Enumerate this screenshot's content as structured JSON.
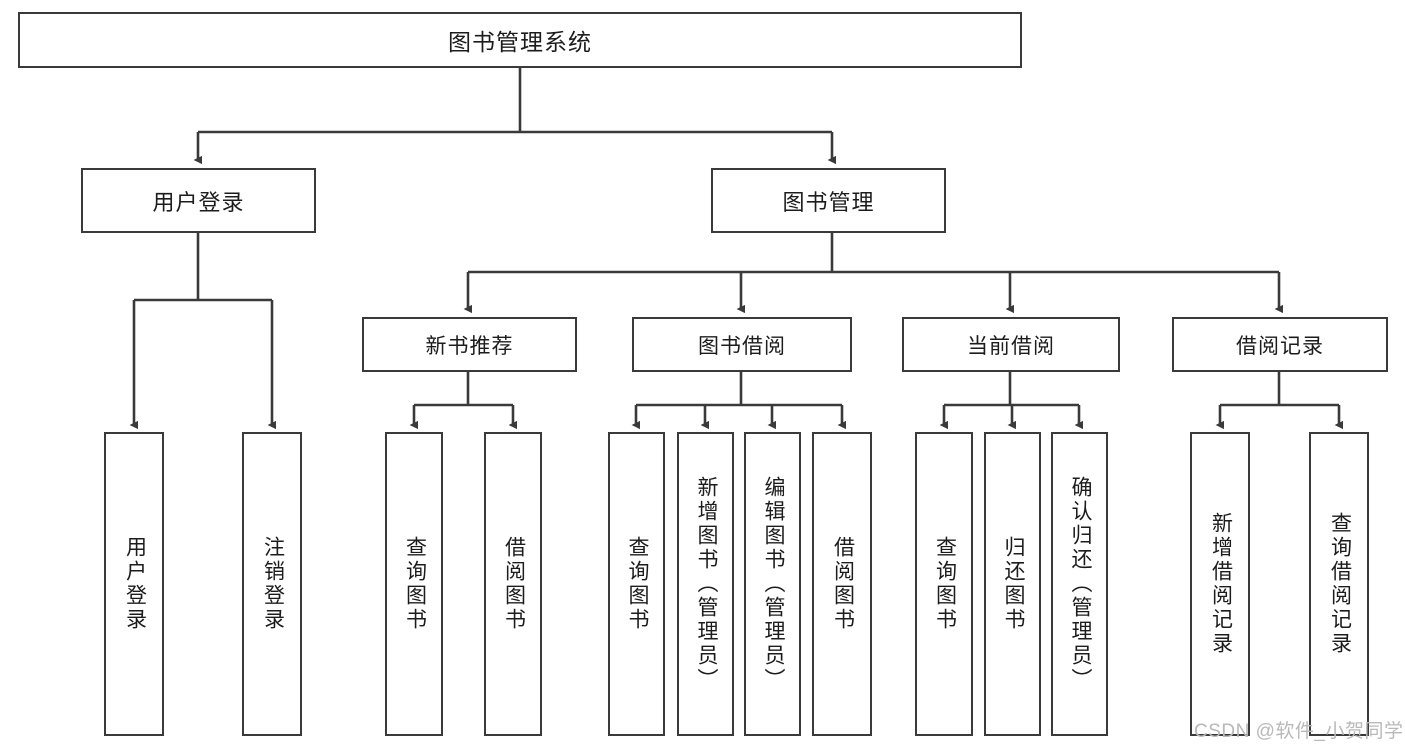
{
  "diagram": {
    "title": "图书管理系统",
    "type": "tree-hierarchy-diagram",
    "root": {
      "label": "图书管理系统"
    },
    "level2": [
      {
        "label": "用户登录"
      },
      {
        "label": "图书管理"
      }
    ],
    "level3": [
      {
        "label": "新书推荐"
      },
      {
        "label": "图书借阅"
      },
      {
        "label": "当前借阅"
      },
      {
        "label": "借阅记录"
      }
    ],
    "leaves": {
      "user_login": [
        {
          "label": "用户登录"
        },
        {
          "label": "注销登录"
        }
      ],
      "new_book_recommend": [
        {
          "label": "查询图书"
        },
        {
          "label": "借阅图书"
        }
      ],
      "book_borrow": [
        {
          "label": "查询图书"
        },
        {
          "label": "新增图书（管理员）"
        },
        {
          "label": "编辑图书（管理员）"
        },
        {
          "label": "借阅图书"
        }
      ],
      "current_borrow": [
        {
          "label": "查询图书"
        },
        {
          "label": "归还图书"
        },
        {
          "label": "确认归还（管理员）"
        }
      ],
      "borrow_record": [
        {
          "label": "新增借阅记录"
        },
        {
          "label": "查询借阅记录"
        }
      ]
    }
  },
  "watermark": {
    "text": "CSDN @软件_小贺同学"
  },
  "colors": {
    "border": "#3a3a3a",
    "text": "#1c1c1c",
    "background": "#ffffff",
    "watermark": "#b9b9b9"
  }
}
